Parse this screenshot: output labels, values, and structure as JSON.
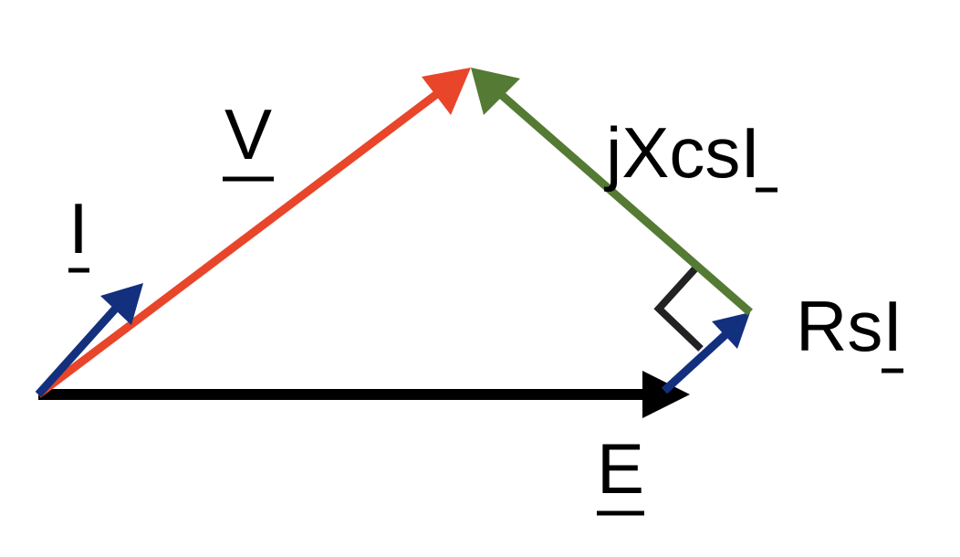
{
  "diagram": {
    "labels": {
      "current": "I",
      "voltage": "V",
      "emf": "E",
      "reactance_drop": "jXcsI",
      "resistance_drop": "RsI"
    },
    "colors": {
      "voltage_arrow": "#e8452a",
      "reactance_arrow": "#547a34",
      "current_arrow": "#13307e",
      "emf_arrow": "#000000",
      "right_angle_marker": "#222222"
    }
  }
}
